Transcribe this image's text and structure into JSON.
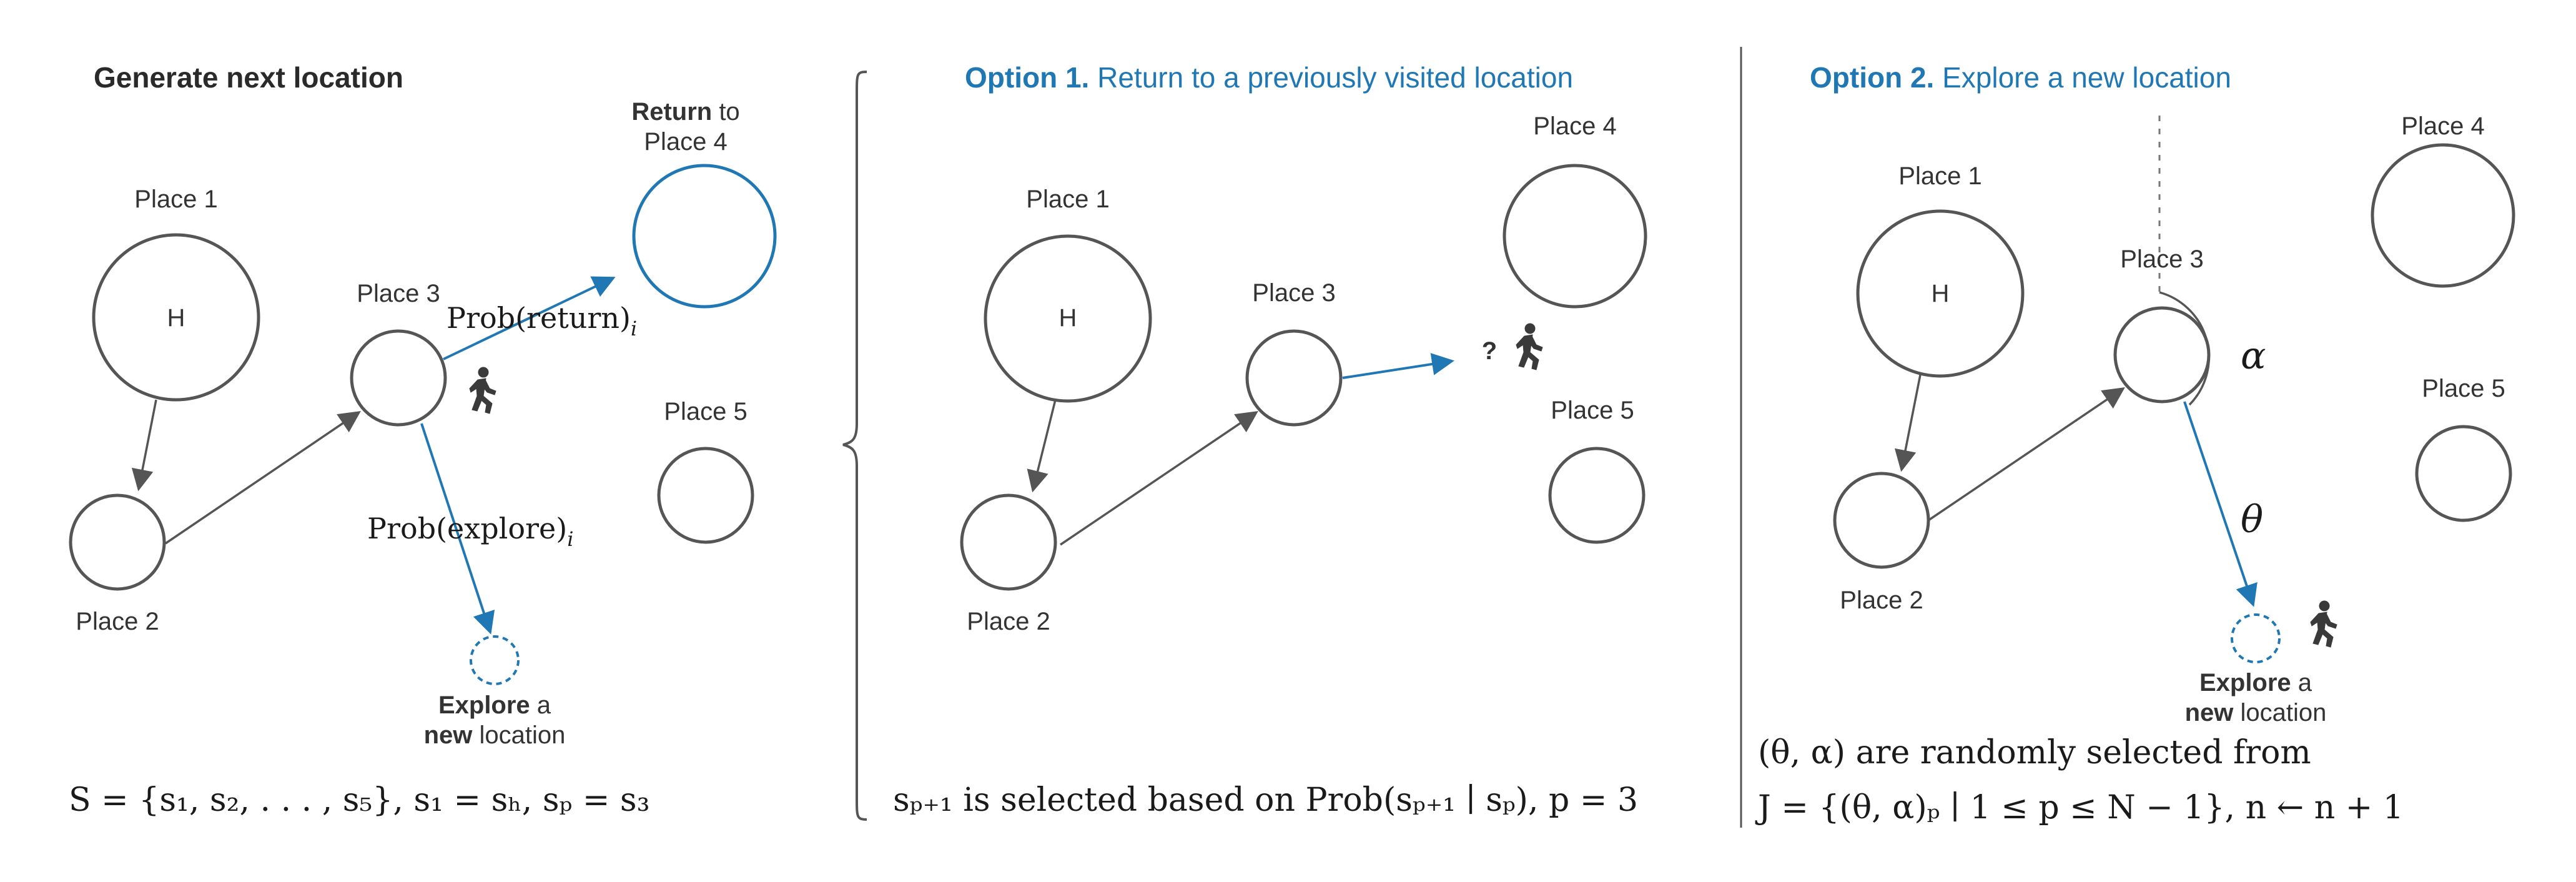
{
  "colors": {
    "accent": "#1f77b4",
    "stroke": "#555555",
    "text": "#333333"
  },
  "icons": {
    "walker": "person-walking-icon",
    "home": "home-marker-H"
  },
  "panel1": {
    "title": "Generate next location",
    "place1": "Place 1",
    "place2": "Place 2",
    "place3": "Place 3",
    "place5": "Place 5",
    "home_marker": "H",
    "return_bold": "Return",
    "return_rest": " to",
    "return_line2": "Place 4",
    "prob_return": "Prob(return)",
    "prob_return_sub": "i",
    "prob_explore": "Prob(explore)",
    "prob_explore_sub": "i",
    "explore_bold": "Explore",
    "explore_rest": " a",
    "new_bold": "new",
    "new_rest": " location",
    "formula": "S = {s₁, s₂, . . . , s₅}, s₁ = sₕ, sₚ = s₃"
  },
  "panel2": {
    "option_bold": "Option 1.",
    "option_rest": " Return to a previously visited location",
    "place1": "Place 1",
    "place2": "Place 2",
    "place3": "Place 3",
    "place4": "Place 4",
    "place5": "Place 5",
    "home_marker": "H",
    "question": "?",
    "formula": "sₚ₊₁ is selected based on Prob(sₚ₊₁ ∣ sₚ), p = 3"
  },
  "panel3": {
    "option_bold": "Option 2.",
    "option_rest": " Explore a new location",
    "place1": "Place 1",
    "place2": "Place 2",
    "place3": "Place 3",
    "place4": "Place 4",
    "place5": "Place 5",
    "home_marker": "H",
    "alpha": "α",
    "theta": "θ",
    "explore_bold": "Explore",
    "explore_rest": " a",
    "new_bold": "new",
    "new_rest": " location",
    "formula_line1": "(θ, α) are randomly selected from",
    "formula_line2": "J = {(θ, α)ₚ ∣ 1 ≤ p ≤ N − 1}, n ← n + 1"
  }
}
